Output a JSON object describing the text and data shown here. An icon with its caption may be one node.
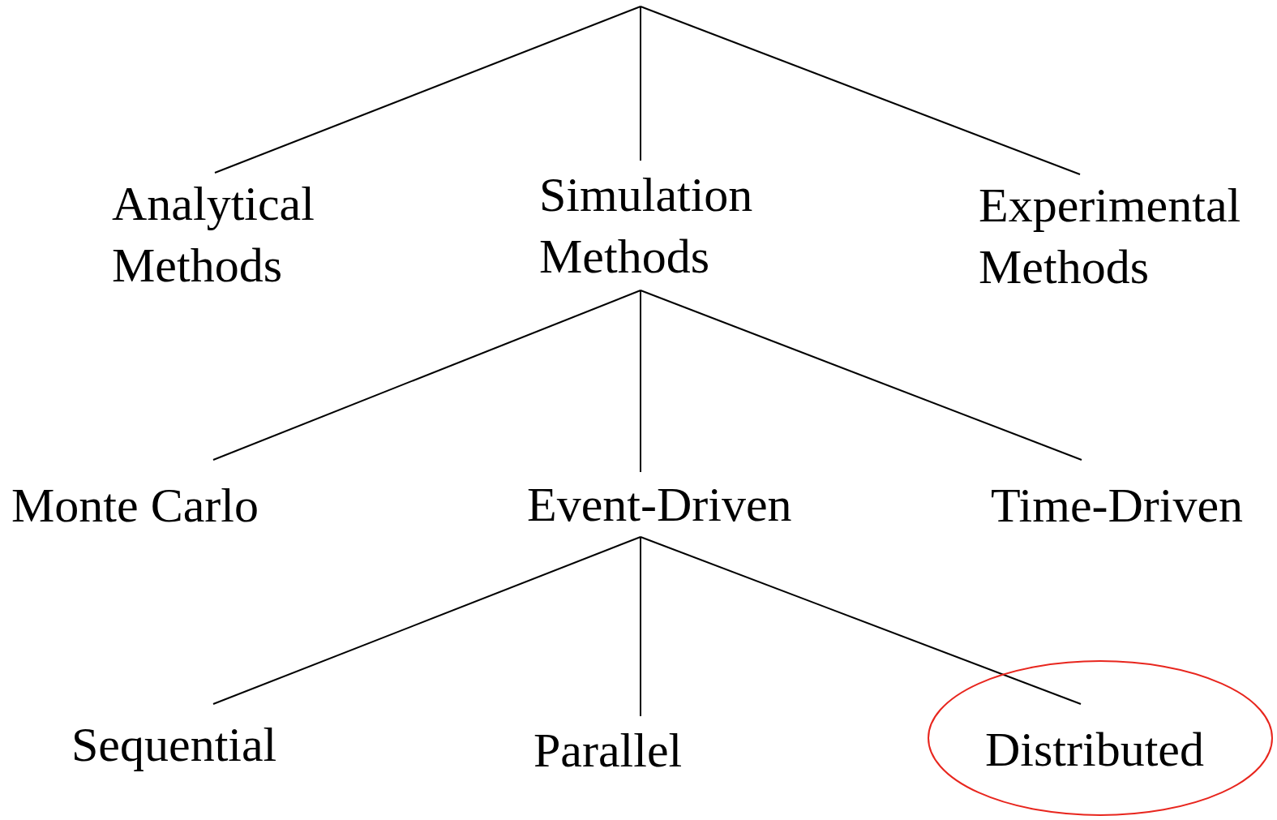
{
  "diagram": {
    "nodes": [
      {
        "text": [
          "Analytical Methods"
        ]
      },
      {
        "text": [
          "Simulation Methods"
        ]
      },
      {
        "text": [
          "Experimental Methods"
        ]
      },
      {
        "text": [
          "Monte Carlo"
        ]
      },
      {
        "text": [
          "Event-Driven"
        ]
      },
      {
        "text": [
          "Time-Driven"
        ]
      },
      {
        "text": [
          "Sequential"
        ]
      },
      {
        "text": [
          "Parallel"
        ]
      },
      {
        "text": [
          "Distributed"
        ]
      }
    ],
    "edges": [
      {
        "from": null,
        "to": 0,
        "arrow": "none"
      },
      {
        "from": null,
        "to": 1,
        "arrow": "none"
      },
      {
        "from": null,
        "to": 2,
        "arrow": "none"
      },
      {
        "from": 1,
        "to": 3,
        "arrow": "none"
      },
      {
        "from": 1,
        "to": 4,
        "arrow": "none"
      },
      {
        "from": 1,
        "to": 5,
        "arrow": "none"
      },
      {
        "from": 4,
        "to": 6,
        "arrow": "none"
      },
      {
        "from": 4,
        "to": 7,
        "arrow": "none"
      },
      {
        "from": 4,
        "to": 8,
        "arrow": "none"
      }
    ]
  }
}
